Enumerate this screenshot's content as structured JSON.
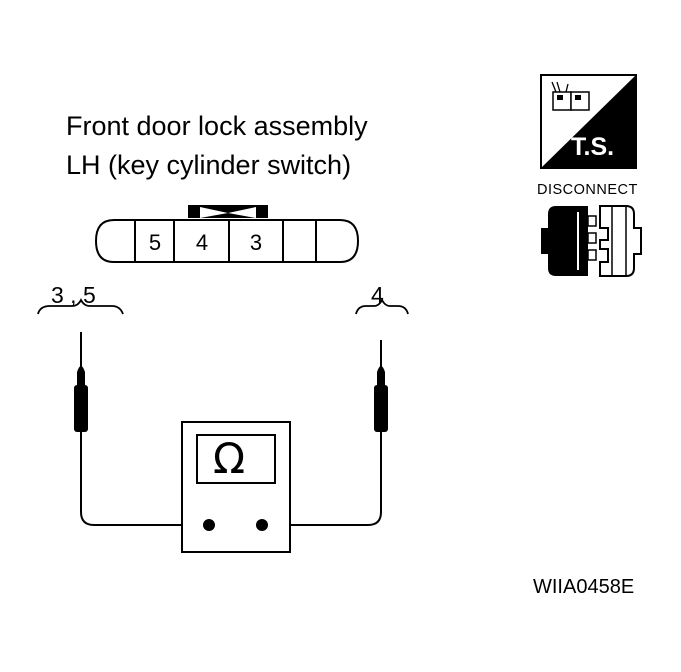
{
  "title": {
    "line1": "Front door lock assembly",
    "line2": "LH (key cylinder switch)"
  },
  "connector": {
    "pins": [
      "5",
      "4",
      "3",
      "",
      ""
    ]
  },
  "probes": {
    "left_label": "3 , 5",
    "right_label": "4"
  },
  "meter": {
    "symbol": "Ω"
  },
  "icons": {
    "ts_label": "T.S.",
    "disconnect_label": "DISCONNECT"
  },
  "figure_code": "WIIA0458E"
}
